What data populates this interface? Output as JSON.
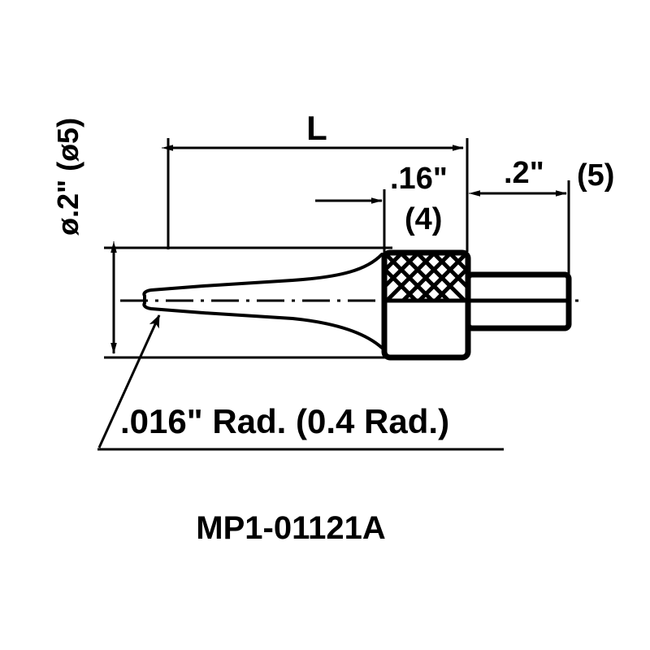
{
  "drawing": {
    "part_number": "MP1-01121A",
    "colors": {
      "line": "#000000",
      "background": "#ffffff"
    },
    "dimensions": {
      "overall_length_label": "L",
      "knurl_length_inch": ".16\"",
      "knurl_length_metric": "(4)",
      "shank_length_inch": ".2\"",
      "shank_length_metric": "(5)",
      "body_diameter": "ø.2\" (ø5)",
      "tip_radius": ".016\" Rad. (0.4 Rad.)"
    },
    "features": {
      "tip": "needle-point-stylus",
      "body": "knurled-cylindrical-body",
      "shank": "plain-cylindrical-shank"
    }
  }
}
